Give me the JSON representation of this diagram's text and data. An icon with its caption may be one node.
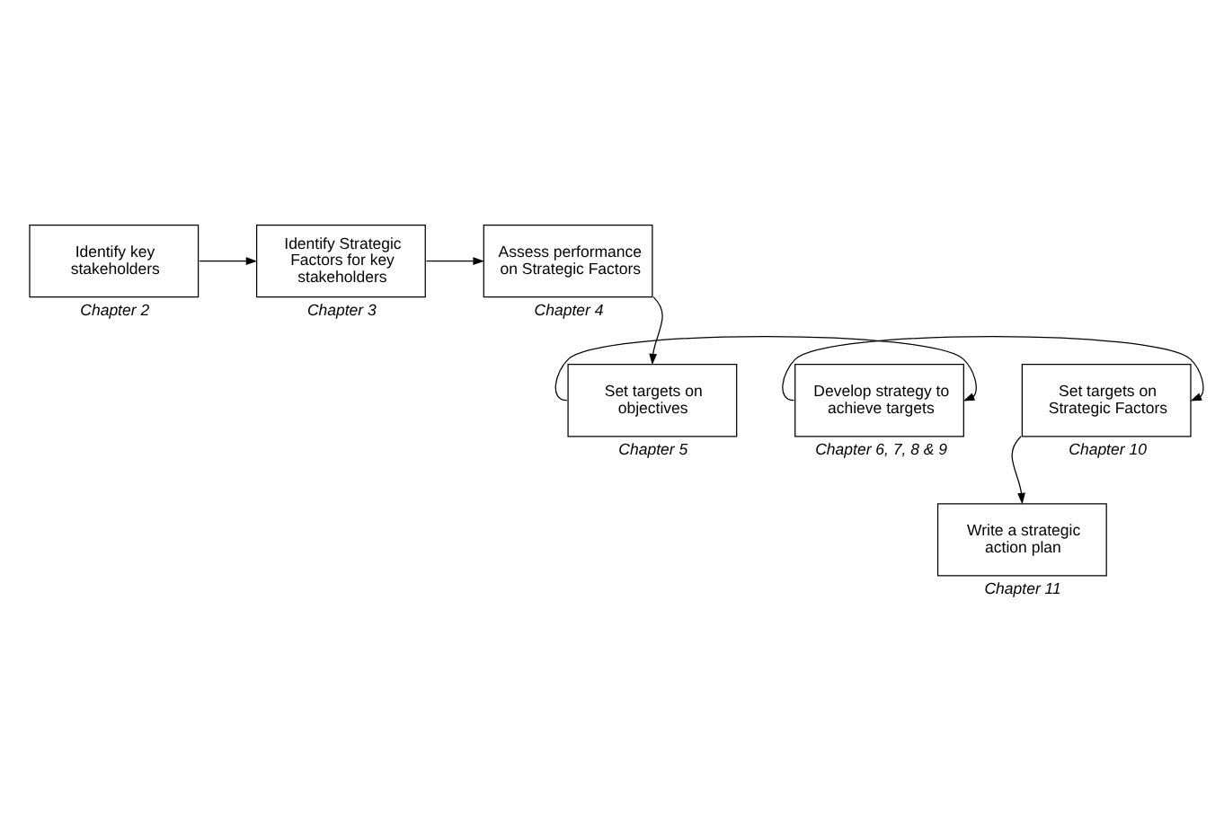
{
  "diagram": {
    "nodes": [
      {
        "text": [
          "Identify key stakeholders"
        ],
        "beside": [
          "Chapter 2"
        ]
      },
      {
        "text": [
          "Identify Strategic Factors for key stakeholders"
        ],
        "beside": [
          "Chapter 3"
        ]
      },
      {
        "text": [
          "Assess performance on Strategic Factors"
        ],
        "beside": [
          "Chapter 4"
        ]
      },
      {
        "text": [
          "Set targets on objectives"
        ],
        "beside": [
          "Chapter 5"
        ]
      },
      {
        "text": [
          "Develop strategy to achieve targets"
        ],
        "beside": [
          "Chapter 6, 7, 8 & 9"
        ]
      },
      {
        "text": [
          "Set targets on Strategic Factors"
        ],
        "beside": [
          "Chapter 10"
        ]
      },
      {
        "text": [
          "Write a strategic action plan"
        ],
        "beside": [
          "Chapter 11"
        ]
      }
    ],
    "edges": [
      {
        "from": 0,
        "to": 1,
        "arrow": "to"
      },
      {
        "from": 1,
        "to": 2,
        "arrow": "to"
      },
      {
        "from": 2,
        "to": 3,
        "arrow": "to"
      },
      {
        "from": 3,
        "to": 4,
        "arrow": "to"
      },
      {
        "from": 4,
        "to": 5,
        "arrow": "to"
      },
      {
        "from": 5,
        "to": 6,
        "arrow": "to"
      }
    ]
  }
}
